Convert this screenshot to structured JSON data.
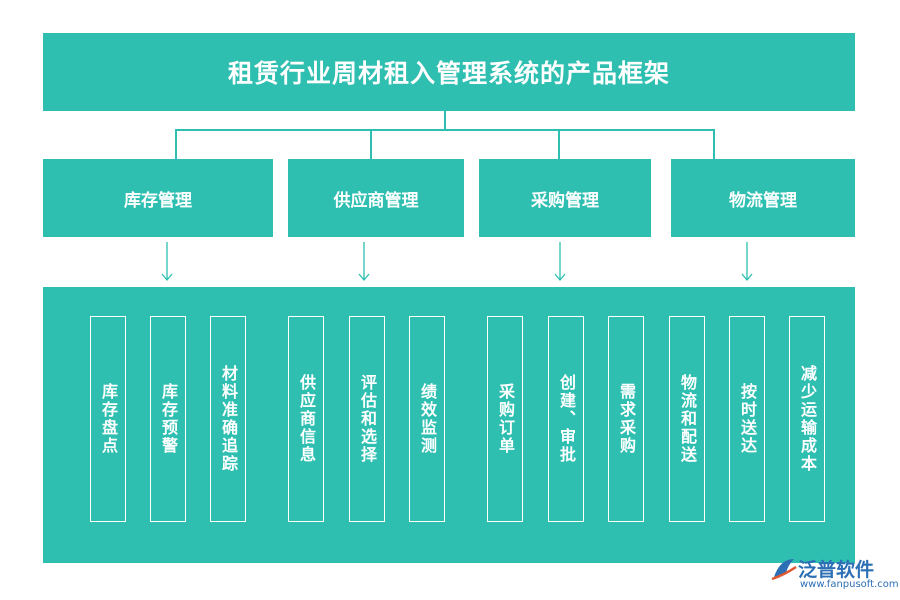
{
  "title": "租赁行业周材租入管理系统的产品框架",
  "categories": [
    {
      "label": "库存管理"
    },
    {
      "label": "供应商管理"
    },
    {
      "label": "采购管理"
    },
    {
      "label": "物流管理"
    }
  ],
  "items": [
    {
      "label": "库存盘点"
    },
    {
      "label": "库存预警"
    },
    {
      "label": "材料准确追踪"
    },
    {
      "label": "供应商信息"
    },
    {
      "label": "评估和选择"
    },
    {
      "label": "绩效监测"
    },
    {
      "label": "采购订单"
    },
    {
      "label": "创建、审批"
    },
    {
      "label": "需求采购"
    },
    {
      "label": "物流和配送"
    },
    {
      "label": "按时送达"
    },
    {
      "label": "减少运输成本"
    }
  ],
  "logo": {
    "name": "泛普软件",
    "url": "www.fanpusoft.com"
  },
  "colors": {
    "primary": "#2ebfb1",
    "text": "#ffffff",
    "logo": "#2c6fb5"
  }
}
